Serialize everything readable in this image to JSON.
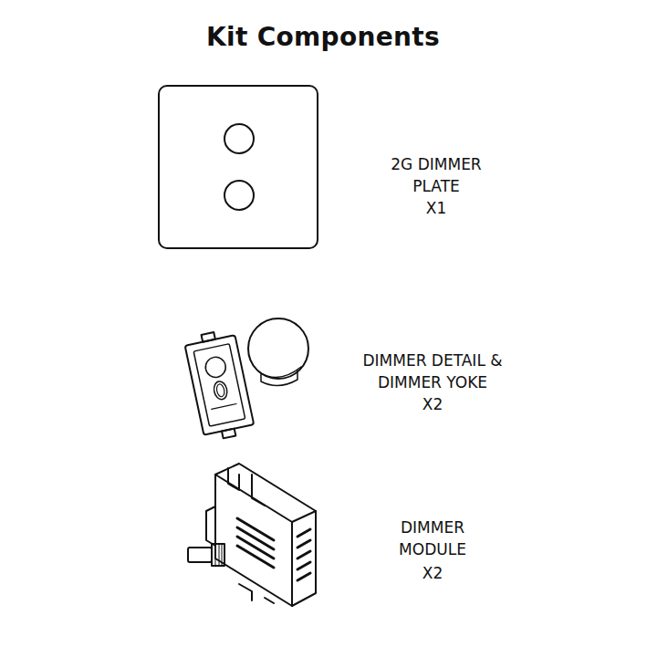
{
  "diagram": {
    "title": "Kit Components",
    "labels": [
      "2G DIMMER PLATE",
      "X1",
      "DIMMER DETAIL & DIMMER YOKE",
      "X2",
      "DIMMER MODULE",
      "X2"
    ]
  }
}
